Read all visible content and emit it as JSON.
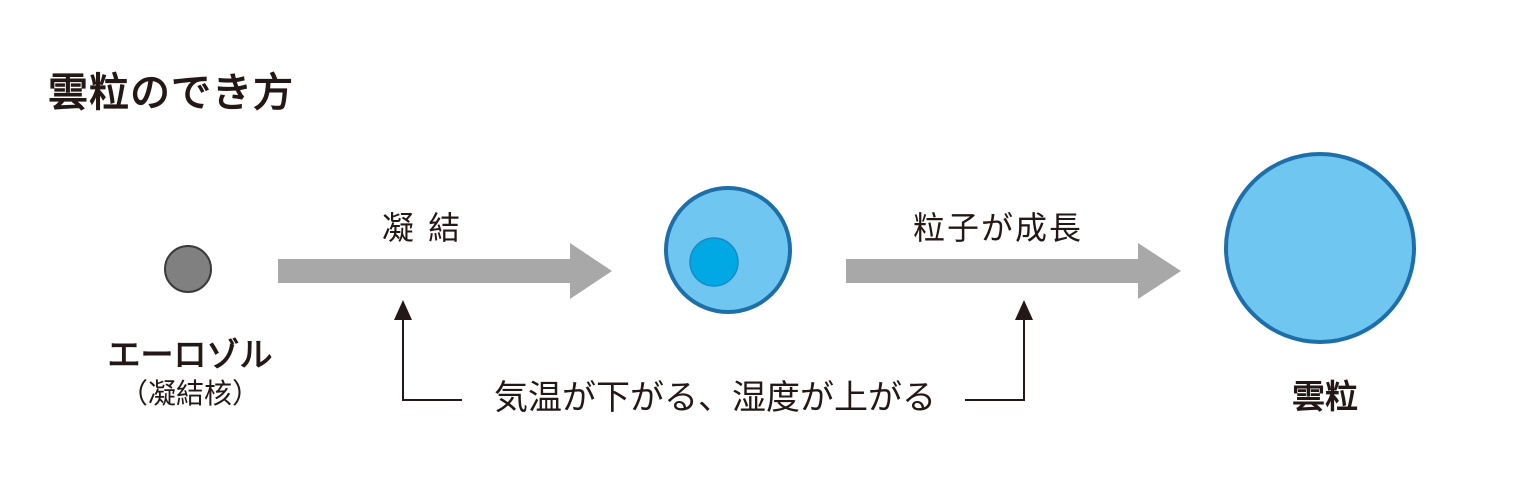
{
  "title": "雲粒のでき方",
  "stages": {
    "aerosol": {
      "label": "エーロゾル",
      "sublabel": "（凝結核）"
    },
    "droplet": {
      "label": ""
    },
    "cloud": {
      "label": "雲粒"
    }
  },
  "processes": {
    "condensation": "凝 結",
    "growth": "粒子が成長"
  },
  "condition": "気温が下がる、湿度が上がる",
  "colors": {
    "aerosol_fill": "#808080",
    "droplet_outer": "#6ec6f1",
    "droplet_core": "#00a9e3",
    "circle_outline": "#1e6fa8",
    "arrow": "#a8a8a8",
    "text": "#231815"
  }
}
